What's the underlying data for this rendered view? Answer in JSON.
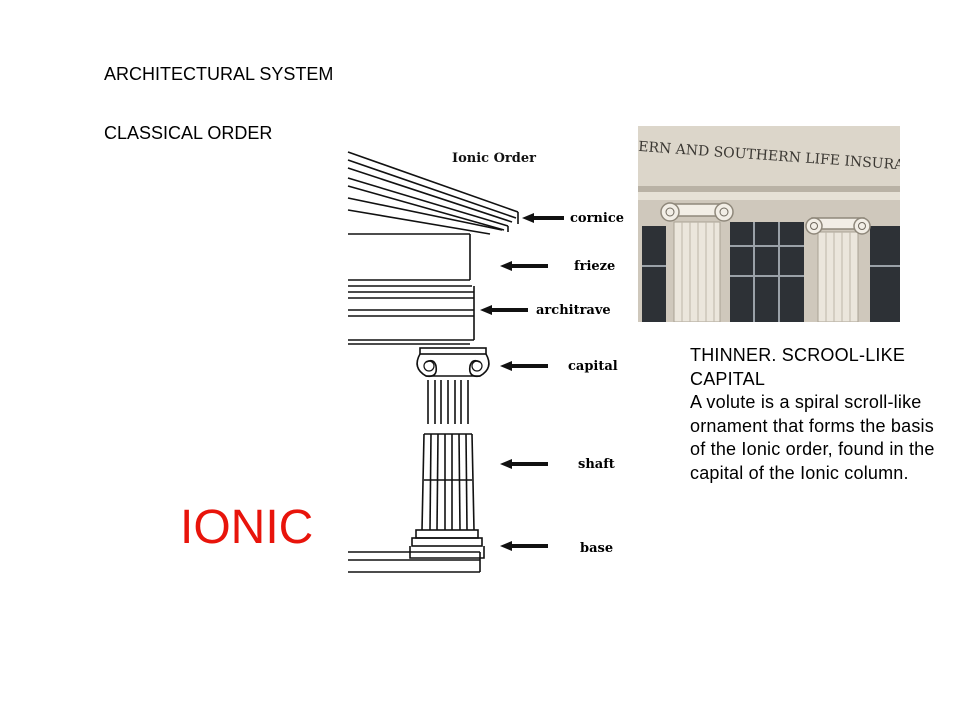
{
  "slide": {
    "heading": "ARCHITECTURAL SYSTEM",
    "subheading": "CLASSICAL ORDER",
    "order_name": "IONIC",
    "description_title": "THINNER. SCROOL-LIKE CAPITAL",
    "description_body": "A volute is a spiral scroll-like ornament that forms the basis of the Ionic order, found in the capital of the Ionic column."
  },
  "diagram": {
    "title": "Ionic Order",
    "labels": {
      "cornice": "cornice",
      "frieze": "frieze",
      "architrave": "architrave",
      "capital": "capital",
      "shaft": "shaft",
      "base": "base"
    }
  },
  "photo": {
    "inscription": "ERN AND SOUTHERN LIFE INSURANC"
  },
  "colors": {
    "accent": "#e8140b",
    "text": "#000000",
    "stone": "#d8d2c6"
  }
}
